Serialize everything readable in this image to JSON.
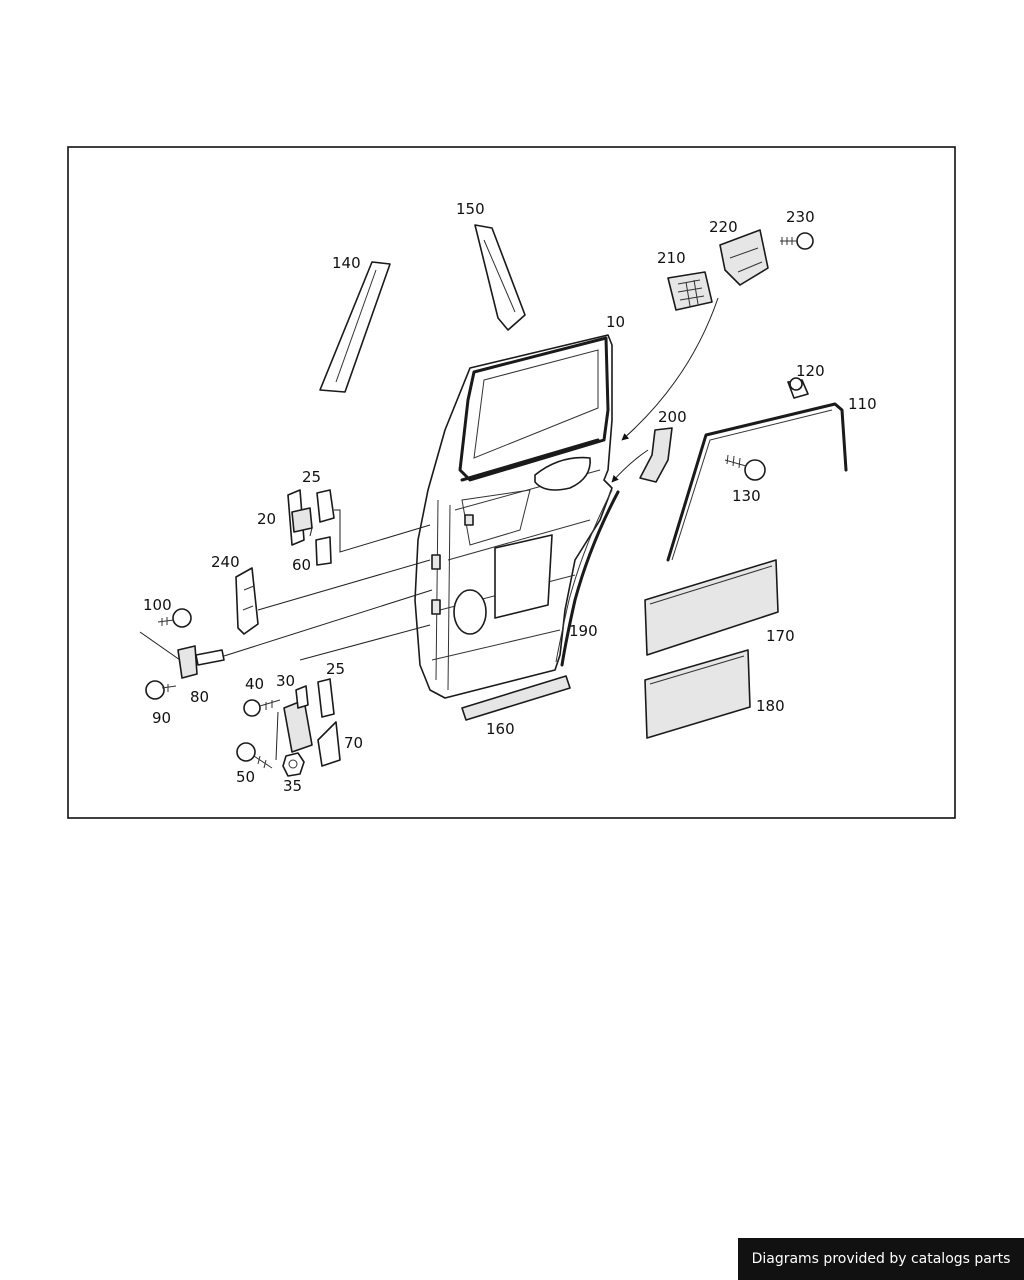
{
  "callouts": {
    "c10": "10",
    "c20": "20",
    "c25a": "25",
    "c25b": "25",
    "c30": "30",
    "c35": "35",
    "c40": "40",
    "c50": "50",
    "c60": "60",
    "c70": "70",
    "c80": "80",
    "c90": "90",
    "c100": "100",
    "c110": "110",
    "c120": "120",
    "c130": "130",
    "c140": "140",
    "c150": "150",
    "c160": "160",
    "c170": "170",
    "c180": "180",
    "c190": "190",
    "c200": "200",
    "c210": "210",
    "c220": "220",
    "c230": "230",
    "c240": "240"
  },
  "footer": {
    "text": "Diagrams provided by catalogs parts"
  }
}
